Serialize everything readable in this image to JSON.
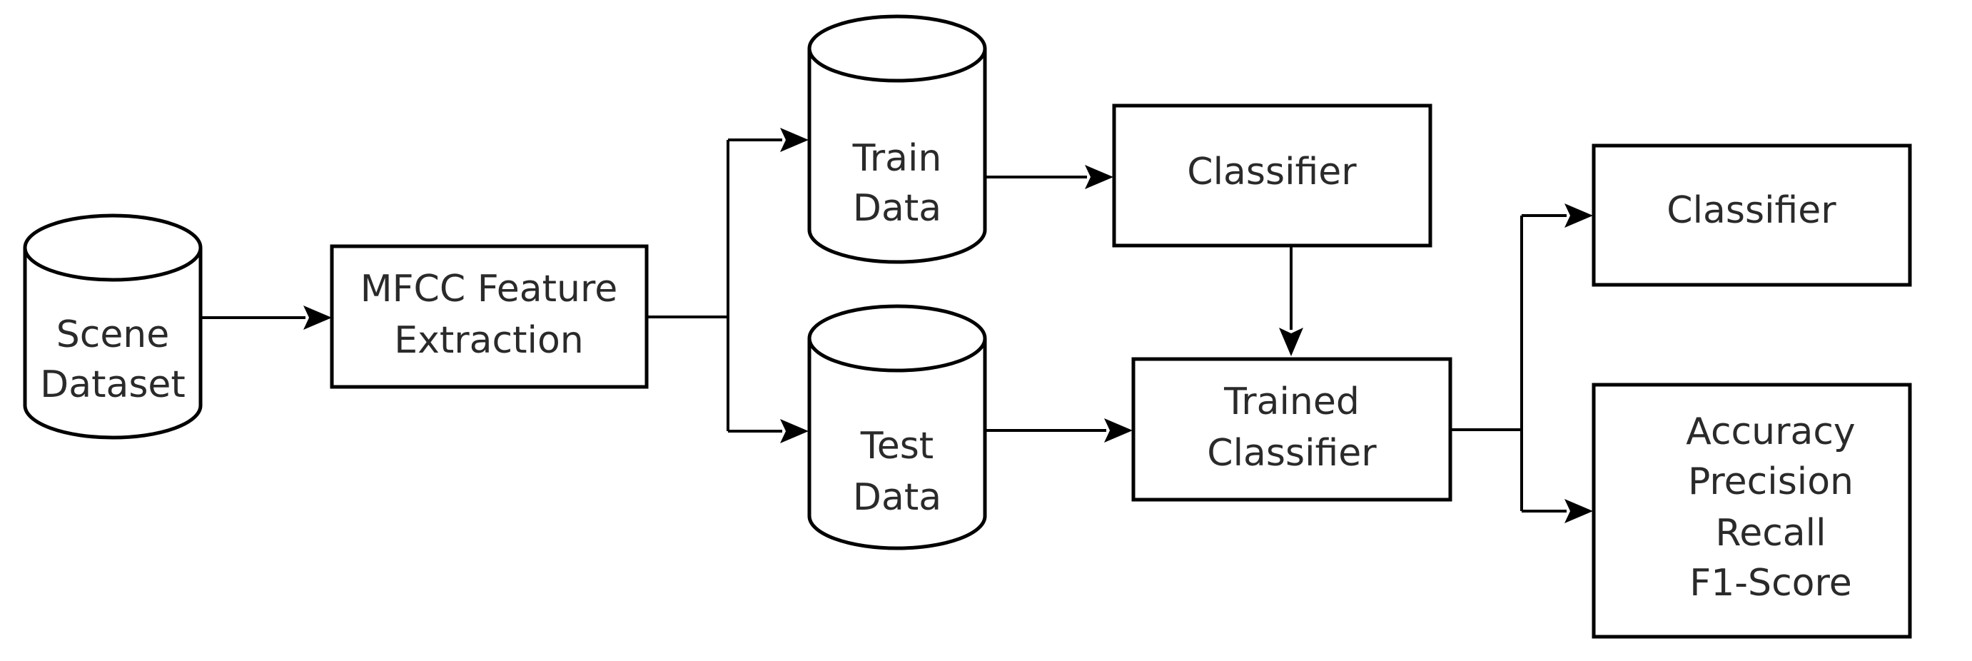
{
  "diagram": {
    "nodes": {
      "scene_dataset": {
        "line1": "Scene",
        "line2": "Dataset"
      },
      "mfcc": {
        "line1": "MFCC Feature",
        "line2": "Extraction"
      },
      "train_data": {
        "line1": "Train",
        "line2": "Data"
      },
      "test_data": {
        "line1": "Test",
        "line2": "Data"
      },
      "classifier_top": {
        "label": "Classifier"
      },
      "trained_classifier": {
        "line1": "Trained",
        "line2": "Classifier"
      },
      "classifier_right": {
        "label": "Classifier"
      },
      "metrics": {
        "line1": "Accuracy",
        "line2": "Precision",
        "line3": "Recall",
        "line4": "F1-Score"
      }
    },
    "colors": {
      "stroke": "#000000",
      "text": "#2a2a2a",
      "fill": "#ffffff"
    }
  }
}
